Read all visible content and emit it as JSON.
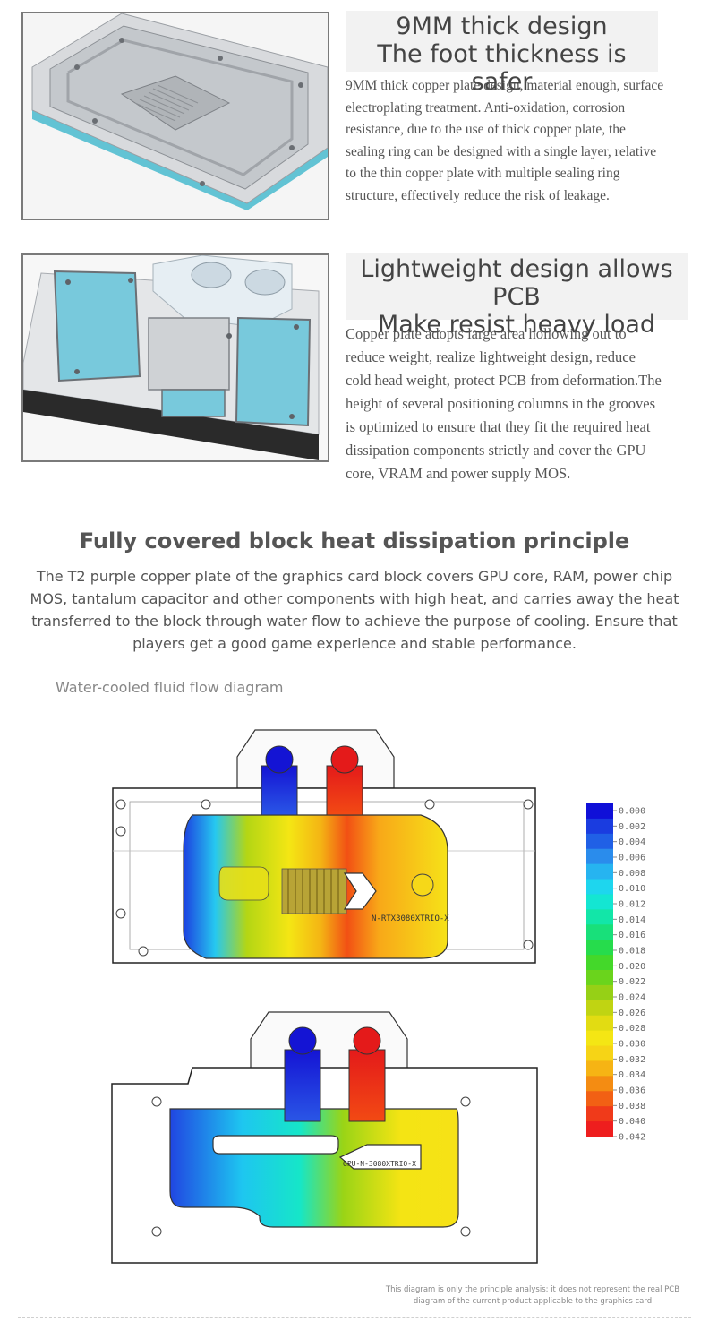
{
  "feature1": {
    "heading_line1": "9MM thick design",
    "heading_line2": "The foot thickness is safer",
    "lines": [
      "9MM thick copper plate design, material enough, surface",
      "electroplating treatment. Anti-oxidation, corrosion",
      "resistance, due to the use of thick copper plate, the",
      "sealing ring can be designed with a single layer, relative",
      "to the thin copper plate with multiple sealing ring",
      "structure, effectively reduce the risk of leakage."
    ]
  },
  "feature2": {
    "heading_line1": "Lightweight design allows PCB",
    "heading_line2": "Make resist heavy load",
    "lines": [
      "Copper plate adopts large area hollowing out to",
      "reduce weight, realize lightweight design, reduce",
      "cold head weight, protect PCB from deformation.The",
      "height of several positioning columns in the grooves",
      "is optimized to ensure that they fit the required heat",
      "dissipation components strictly and cover the GPU",
      "core, VRAM and power supply MOS."
    ]
  },
  "section": {
    "title": "Fully covered block heat dissipation principle",
    "desc_lines": [
      "The T2 purple copper plate of the graphics card block covers GPU core, RAM, power chip",
      "MOS, tantalum capacitor and other components with high heat, and carries away the heat",
      "transferred to the block through water flow to achieve the purpose of cooling. Ensure that",
      "players get a good game experience and stable performance."
    ]
  },
  "diagram": {
    "caption": "Water-cooled fluid flow diagram",
    "block_label_top": "N-RTX3080XTRIO-X",
    "block_label_bottom": "GPU-N-3080XTRIO-X",
    "legend_ticks": [
      "0.000",
      "0.002",
      "0.004",
      "0.006",
      "0.008",
      "0.010",
      "0.012",
      "0.014",
      "0.016",
      "0.018",
      "0.020",
      "0.022",
      "0.024",
      "0.026",
      "0.028",
      "0.030",
      "0.032",
      "0.034",
      "0.036",
      "0.038",
      "0.040",
      "0.042"
    ],
    "legend_colors": [
      "#1010d8",
      "#1a3ce0",
      "#2060e6",
      "#2a8cec",
      "#26b4f0",
      "#1ed6ee",
      "#14e6d2",
      "#12e6a8",
      "#18e07a",
      "#26dc4c",
      "#44d82a",
      "#6ad41c",
      "#96d016",
      "#c0d412",
      "#e2dc12",
      "#f4e614",
      "#f6d416",
      "#f6b414",
      "#f48c12",
      "#f26014",
      "#f03a1a",
      "#ee1e1e"
    ],
    "footnote_line1": "This diagram is only the principle analysis; it does not represent the real PCB",
    "footnote_line2": "diagram of the current product applicable to the graphics card"
  }
}
